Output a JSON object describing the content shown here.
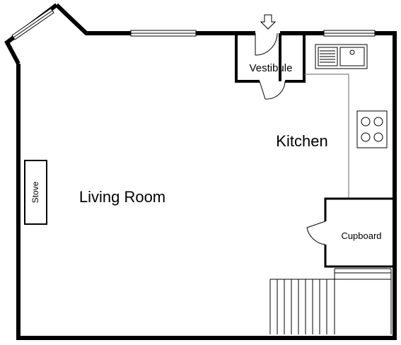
{
  "rooms": {
    "living_room": "Living Room",
    "kitchen": "Kitchen",
    "vestibule": "Vestibule",
    "cupboard": "Cupboard"
  },
  "fixtures": {
    "stove": "Stove"
  },
  "entrance_arrow_icon": "down-arrow-icon",
  "colors": {
    "wall": "#000000",
    "fixture_line": "#444444",
    "background": "#ffffff"
  }
}
